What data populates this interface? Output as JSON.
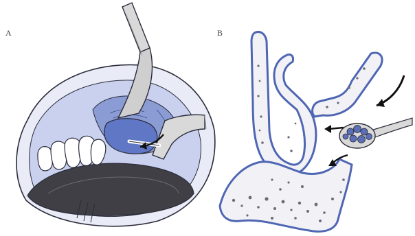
{
  "panels": [
    {
      "label": "A"
    },
    {
      "label": "B"
    }
  ],
  "colors": {
    "outline": "#2b2b3a",
    "cavity_blue": "#6f86c9",
    "cavity_blue_light": "#aebce6",
    "wall_blue": "#4f66b3",
    "bone_fill": "#f1f1f6",
    "tooth": "#ffffff",
    "tongue": "#3f3f45",
    "instrument": "#d9d9d9",
    "instrument_dark": "#9a9a9a",
    "graft": "#5a6fb5",
    "arrow": "#111111"
  },
  "icons": [
    "retractor",
    "periosteal-elevator",
    "spoon-instrument",
    "bone-graft-granules",
    "direction-arrow"
  ]
}
